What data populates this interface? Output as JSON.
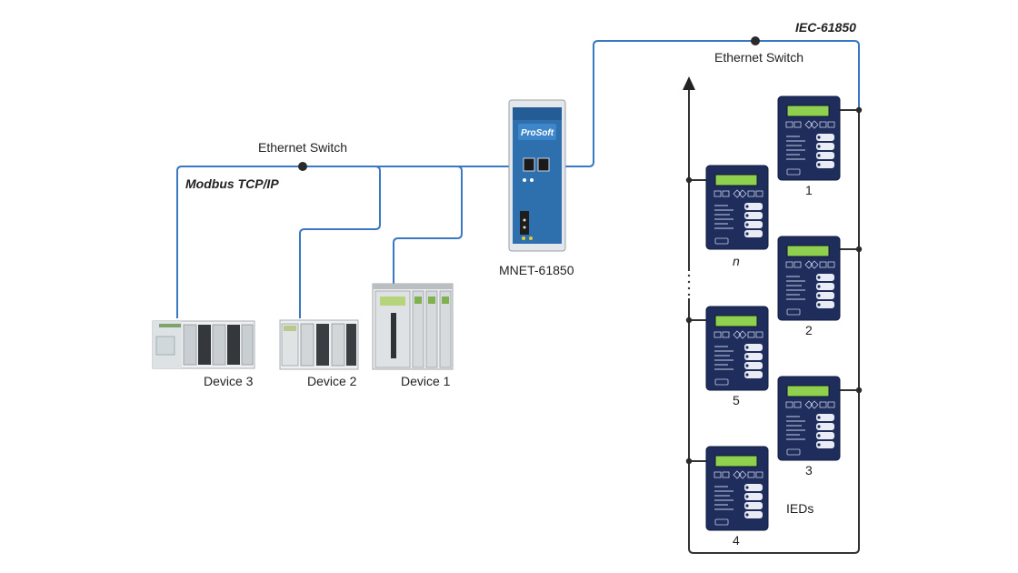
{
  "colors": {
    "network_line": "#3a78c3",
    "ring_line": "#333333",
    "ied_body": "#1f2d5c",
    "ied_screen": "#8fd14f",
    "gateway_body": "#2e6fae"
  },
  "labels": {
    "iec_protocol": "IEC-61850",
    "ethernet_switch_right": "Ethernet Switch",
    "ethernet_switch_left": "Ethernet Switch",
    "modbus_protocol": "Modbus TCP/IP",
    "gateway_name": "MNET-61850",
    "gateway_brand": "ProSoft",
    "device1": "Device 1",
    "device2": "Device 2",
    "device3": "Device 3",
    "ied_group": "IEDs"
  },
  "ieds": [
    {
      "id": "ied-1",
      "label": "1",
      "italic": false
    },
    {
      "id": "ied-n",
      "label": "n",
      "italic": true
    },
    {
      "id": "ied-2",
      "label": "2",
      "italic": false
    },
    {
      "id": "ied-5",
      "label": "5",
      "italic": false
    },
    {
      "id": "ied-3",
      "label": "3",
      "italic": false
    },
    {
      "id": "ied-4",
      "label": "4",
      "italic": false
    }
  ],
  "icons": [
    "ethernet-switch-node-icon",
    "arrow-up-icon",
    "ellipsis-icon"
  ]
}
